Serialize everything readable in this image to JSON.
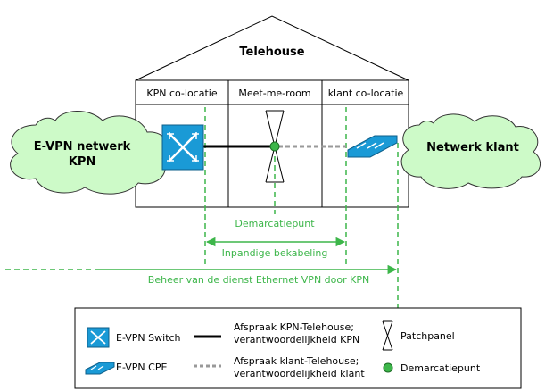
{
  "building": {
    "title": "Telehouse",
    "rooms": [
      "KPN co-locatie",
      "Meet-me-room",
      "klant co-locatie"
    ]
  },
  "clouds": {
    "left": [
      "E-VPN netwerk",
      "KPN"
    ],
    "right": "Netwerk klant"
  },
  "annotations": {
    "demarcation": "Demarcatiepunt",
    "cabling": "Inpandige bekabeling",
    "management": "Beheer van de dienst Ethernet VPN door KPN"
  },
  "legend": {
    "switch": "E-VPN Switch",
    "cpe": "E-VPN CPE",
    "kpn_line": [
      "Afspraak KPN-Telehouse;",
      "verantwoordelijkheid KPN"
    ],
    "klant_line": [
      "Afspraak klant-Telehouse;",
      "verantwoordelijkheid klant"
    ],
    "patchpanel": "Patchpanel",
    "demarcation": "Demarcatiepunt"
  },
  "colors": {
    "green": "#3db64a",
    "cloud_fill": "#cdfac8",
    "switch_blue": "#1a9ad6",
    "line_dark": "#000000",
    "line_gray": "#999999"
  }
}
